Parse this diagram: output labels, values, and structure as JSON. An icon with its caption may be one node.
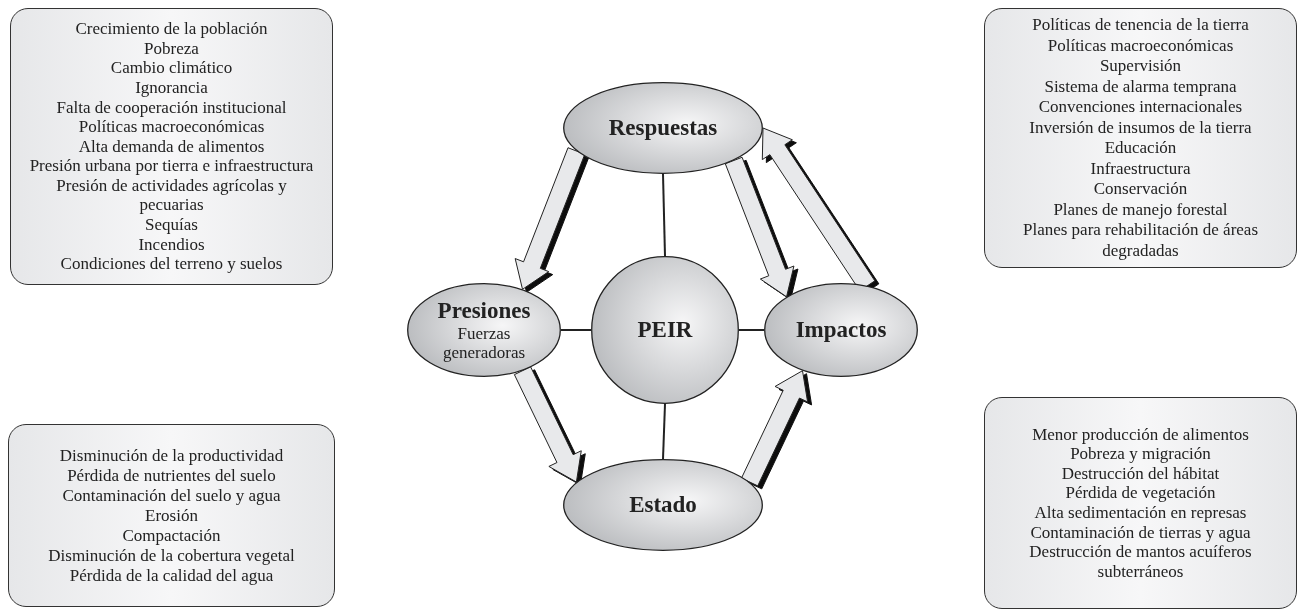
{
  "diagram": {
    "nodes": [
      {
        "text": [
          "Crecimiento de la población",
          "Pobreza",
          "Cambio climático",
          "Ignorancia",
          "Falta de cooperación institucional",
          "Políticas macroeconómicas",
          "Alta demanda de alimentos",
          "Presión urbana por tierra e infraestructura",
          "Presión de actividades agrícolas y pecuarias",
          "Sequías",
          "Incendios",
          "Condiciones del terreno y suelos"
        ]
      },
      {
        "text": [
          "Políticas de tenencia de la tierra",
          "Políticas macroeconómicas",
          "Supervisión",
          "Sistema de alarma temprana",
          "Convenciones internacionales",
          "Inversión de insumos de la tierra",
          "Educación",
          "Infraestructura",
          "Conservación",
          "Planes de manejo forestal",
          "Planes para rehabilitación de áreas degradadas"
        ]
      },
      {
        "text": [
          "Respuestas"
        ]
      },
      {
        "text": [
          "Presiones",
          "Fuerzas generadoras"
        ]
      },
      {
        "text": [
          "PEIR"
        ]
      },
      {
        "text": [
          "Impactos"
        ]
      },
      {
        "text": [
          "Disminución de la productividad",
          "Pérdida de nutrientes del suelo",
          "Contaminación del suelo y agua",
          "Erosión",
          "Compactación",
          "Disminución de la cobertura vegetal",
          "Pérdida de la calidad del agua"
        ]
      },
      {
        "text": [
          "Estado"
        ]
      },
      {
        "text": [
          "Menor producción de alimentos",
          "Pobreza y migración",
          "Destrucción del hábitat",
          "Pérdida de vegetación",
          "Alta sedimentación en represas",
          "Contaminación de tierras y agua",
          "Destrucción de mantos acuíferos subterráneos"
        ]
      }
    ],
    "edges": [
      {
        "from": 4,
        "to": 2,
        "arrow": "none"
      },
      {
        "from": 4,
        "to": 3,
        "arrow": "none"
      },
      {
        "from": 4,
        "to": 5,
        "arrow": "none"
      },
      {
        "from": 4,
        "to": 7,
        "arrow": "none"
      },
      {
        "from": 2,
        "to": 3,
        "arrow": "to",
        "style": "thick"
      },
      {
        "from": 3,
        "to": 7,
        "arrow": "to",
        "style": "thick"
      },
      {
        "from": 7,
        "to": 5,
        "arrow": "to",
        "style": "thick"
      },
      {
        "from": 5,
        "to": 2,
        "arrow": "to",
        "style": "thick"
      },
      {
        "from": 2,
        "to": 5,
        "arrow": "to",
        "style": "thick"
      }
    ]
  }
}
